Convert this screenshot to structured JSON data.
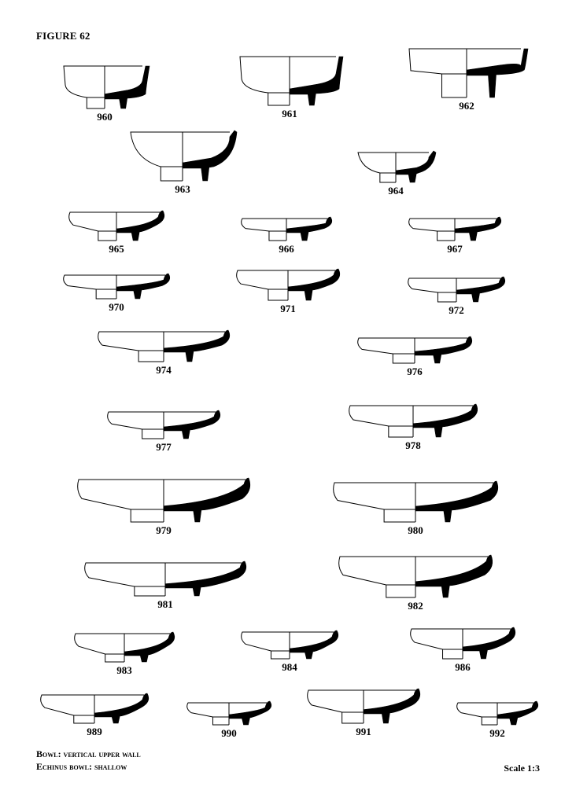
{
  "figure": {
    "title": "FIGURE 62",
    "caption_lines": [
      "Bowl: vertical upper wall",
      "Echinus bowl: shallow"
    ],
    "scale": "Scale 1:3"
  },
  "profiles": [
    {
      "id": "960",
      "type": "vertical"
    },
    {
      "id": "961",
      "type": "vertical"
    },
    {
      "id": "962",
      "type": "vertical"
    },
    {
      "id": "963",
      "type": "flaring"
    },
    {
      "id": "964",
      "type": "flaring"
    },
    {
      "id": "965",
      "type": "echinus"
    },
    {
      "id": "966",
      "type": "echinus"
    },
    {
      "id": "967",
      "type": "echinus"
    },
    {
      "id": "970",
      "type": "echinus"
    },
    {
      "id": "971",
      "type": "echinus"
    },
    {
      "id": "972",
      "type": "echinus"
    },
    {
      "id": "974",
      "type": "echinus"
    },
    {
      "id": "976",
      "type": "echinus"
    },
    {
      "id": "977",
      "type": "echinus"
    },
    {
      "id": "978",
      "type": "echinus"
    },
    {
      "id": "979",
      "type": "echinus"
    },
    {
      "id": "980",
      "type": "echinus"
    },
    {
      "id": "981",
      "type": "echinus"
    },
    {
      "id": "982",
      "type": "echinus"
    },
    {
      "id": "983",
      "type": "echinus"
    },
    {
      "id": "984",
      "type": "echinus"
    },
    {
      "id": "986",
      "type": "echinus"
    },
    {
      "id": "989",
      "type": "echinus"
    },
    {
      "id": "990",
      "type": "echinus"
    },
    {
      "id": "991",
      "type": "echinus"
    },
    {
      "id": "992",
      "type": "echinus"
    }
  ]
}
